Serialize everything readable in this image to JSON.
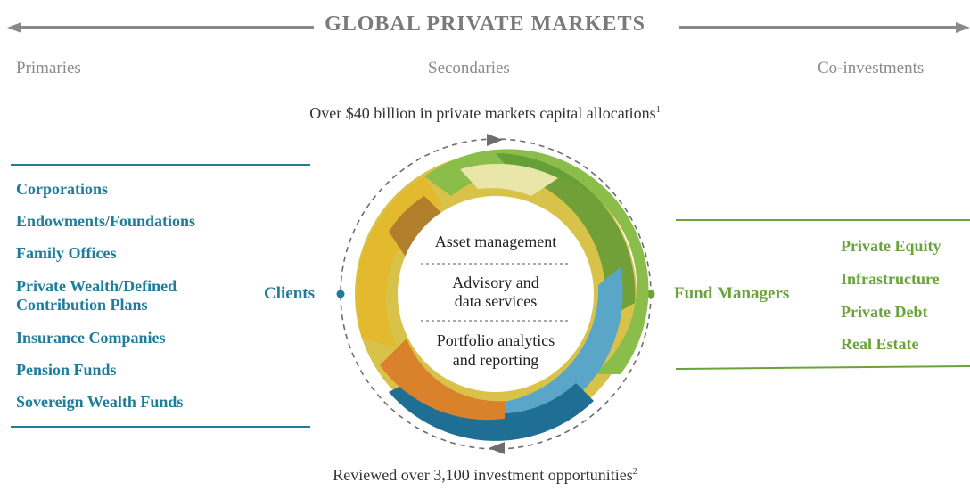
{
  "header": {
    "title": "GLOBAL PRIVATE MARKETS",
    "left": "Primaries",
    "center": "Secondaries",
    "right": "Co-investments"
  },
  "captions": {
    "top_text": "Over $40 billion in private markets capital allocations",
    "top_sup": "1",
    "bottom_text": "Reviewed over 3,100 investment opportunities",
    "bottom_sup": "2"
  },
  "clients": {
    "label": "Clients",
    "items": [
      "Corporations",
      "Endowments/Foundations",
      "Family Offices",
      "Private Wealth/Defined",
      "Contribution Plans",
      "Insurance Companies",
      "Pension Funds",
      "Sovereign Wealth Funds"
    ]
  },
  "fund_managers": {
    "label": "Fund Managers",
    "items": [
      "Private Equity",
      "Infrastructure",
      "Private Debt",
      "Real Estate"
    ]
  },
  "services": [
    "Asset management",
    "Advisory and",
    "data services",
    "Portfolio analytics",
    "and reporting"
  ],
  "colors": {
    "client_blue": "#1f7d9b",
    "fund_green": "#6aa33a",
    "header_gray": "#7a7a7a"
  }
}
